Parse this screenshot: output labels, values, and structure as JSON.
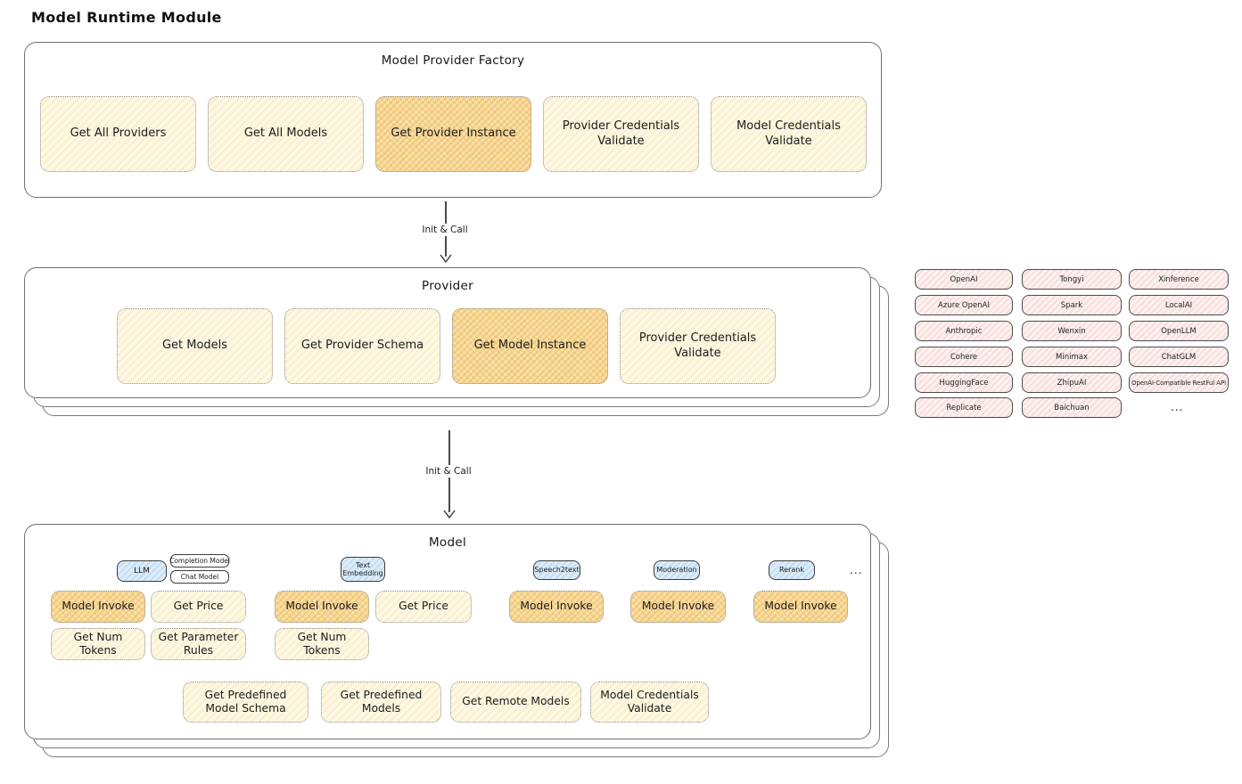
{
  "title": "Model Runtime Module",
  "arrows": {
    "init_call_1": "Init & Call",
    "init_call_2": "Init & Call"
  },
  "factory": {
    "title": "Model Provider Factory",
    "actions": [
      {
        "label": "Get All Providers",
        "highlight": false
      },
      {
        "label": "Get All Models",
        "highlight": false
      },
      {
        "label": "Get Provider Instance",
        "highlight": true
      },
      {
        "label": "Provider Credentials Validate",
        "highlight": false
      },
      {
        "label": "Model Credentials Validate",
        "highlight": false
      }
    ]
  },
  "provider": {
    "title": "Provider",
    "actions": [
      {
        "label": "Get Models",
        "highlight": false
      },
      {
        "label": "Get Provider Schema",
        "highlight": false
      },
      {
        "label": "Get Model Instance",
        "highlight": true
      },
      {
        "label": "Provider Credentials Validate",
        "highlight": false
      }
    ]
  },
  "providers": {
    "list": [
      "OpenAI",
      "Tongyi",
      "Xinference",
      "Azure OpenAI",
      "Spark",
      "LocalAI",
      "Anthropic",
      "Wenxin",
      "OpenLLM",
      "Cohere",
      "Minimax",
      "ChatGLM",
      "HuggingFace",
      "ZhipuAI",
      "OpenAI-Compatible RestFul API",
      "Replicate",
      "Baichuan"
    ],
    "more": "..."
  },
  "model": {
    "title": "Model",
    "types": {
      "llm": "LLM",
      "completion": "Completion Model",
      "chat": "Chat Model",
      "text_embedding": "Text Embedding",
      "speech2text": "Speech2text",
      "moderation": "Moderation",
      "rerank": "Rerank",
      "more": "..."
    },
    "actions": {
      "model_invoke": "Model Invoke",
      "get_price": "Get Price",
      "get_num_tokens": "Get Num Tokens",
      "get_parameter_rules": "Get Parameter Rules",
      "get_predefined_model_schema": "Get Predefined Model Schema",
      "get_predefined_models": "Get Predefined Models",
      "get_remote_models": "Get Remote Models",
      "model_credentials_validate": "Model Credentials Validate"
    }
  },
  "colors": {
    "note_bg": "#fdf8e4",
    "note_highlight": "#f9e1a9",
    "provider_chip_bg": "#fdf1f0",
    "model_type_bg": "#dcedf9",
    "panel_border": "#707070",
    "arrow": "#4a4a4a"
  }
}
